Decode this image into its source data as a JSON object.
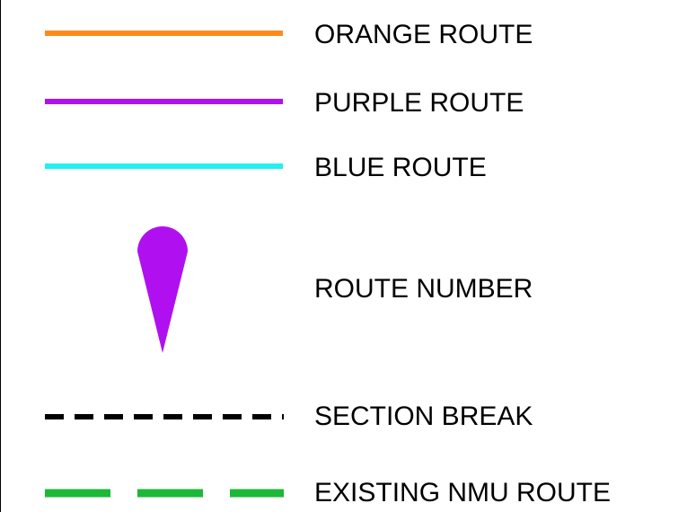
{
  "legend": {
    "colors": {
      "orange": "#ff8a1c",
      "purple": "#b010f0",
      "blue": "#22f0ee",
      "black": "#000000",
      "green": "#1cb838"
    },
    "items": [
      {
        "key": "orange_route",
        "label": "ORANGE ROUTE",
        "symbol": "solid-line",
        "color": "#ff8a1c"
      },
      {
        "key": "purple_route",
        "label": "PURPLE ROUTE",
        "symbol": "solid-line",
        "color": "#b010f0"
      },
      {
        "key": "blue_route",
        "label": "BLUE ROUTE",
        "symbol": "solid-line",
        "color": "#22f0ee"
      },
      {
        "key": "route_number",
        "label": "ROUTE NUMBER",
        "symbol": "teardrop-marker",
        "color": "#b010f0"
      },
      {
        "key": "section_break",
        "label": "SECTION BREAK",
        "symbol": "dashed-line",
        "color": "#000000"
      },
      {
        "key": "existing_nmu_route",
        "label": "EXISTING NMU ROUTE",
        "symbol": "long-dashed-line",
        "color": "#1cb838"
      }
    ]
  }
}
